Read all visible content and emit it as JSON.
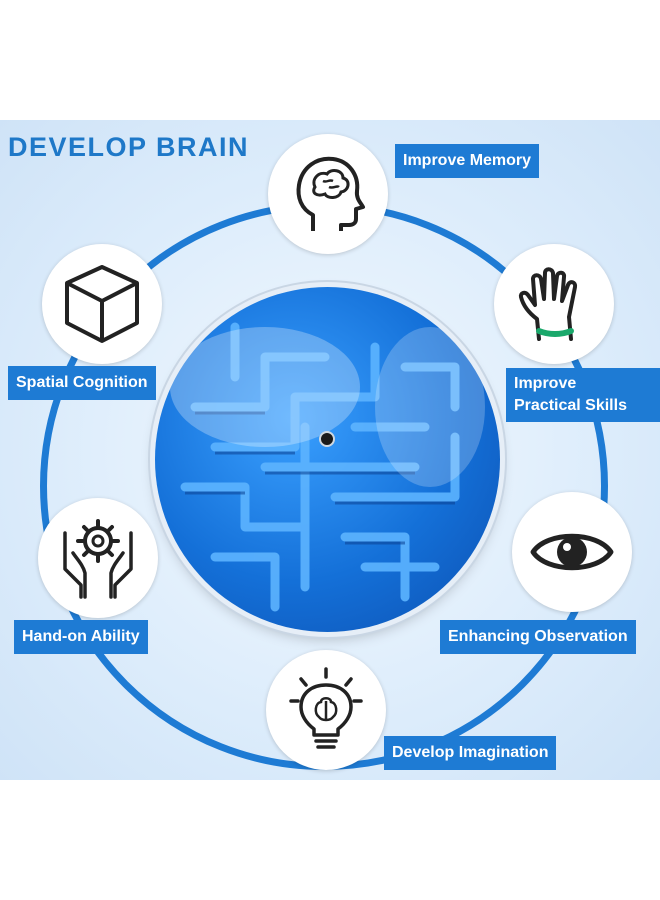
{
  "headline": "DEVELOP BRAIN",
  "skills": {
    "memory": "Improve Memory",
    "spatial": "Spatial Cognition",
    "practical_line1": "Improve",
    "practical_line2": "Practical  Skills",
    "hands_on": "Hand-on Ability",
    "observation": "Enhancing Observation",
    "imagination": "Develop Imagination"
  },
  "icons": [
    "head-brain-icon",
    "cube-icon",
    "glove-hand-icon",
    "gear-hands-icon",
    "eye-icon",
    "lightbulb-brain-icon"
  ],
  "colors": {
    "accent": "#1e7bd4",
    "headline": "#1e78c8",
    "maze_blue": "#1470d8",
    "background": "#dcecfb"
  }
}
